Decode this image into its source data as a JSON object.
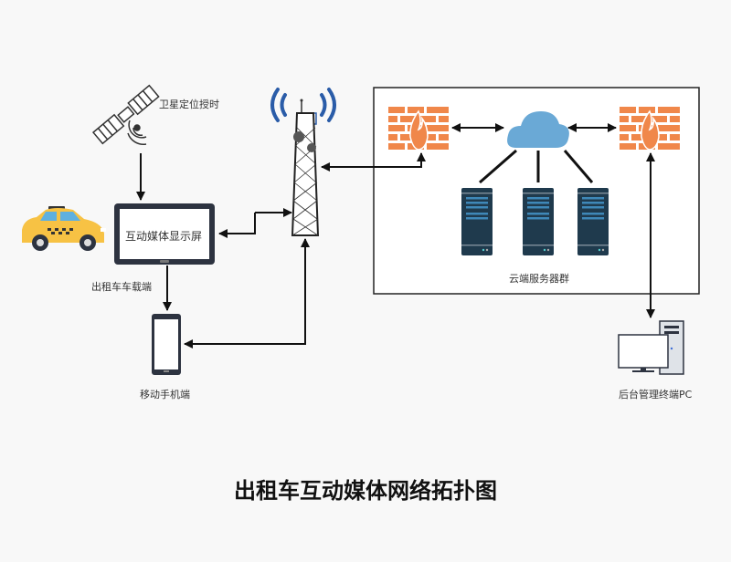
{
  "diagram": {
    "title": "出租车互动媒体网络拓扑图",
    "nodes": {
      "satellite": {
        "label": "卫星定位授时"
      },
      "taxi": {
        "label": "出租车车载端"
      },
      "display": {
        "label": "互动媒体显示屏"
      },
      "tower": {
        "label": ""
      },
      "mobile": {
        "label": "移动手机端"
      },
      "cloud_group": {
        "label": "云端服务器群"
      },
      "admin_pc": {
        "label": "后台管理终端PC"
      }
    },
    "edges": [
      {
        "from": "satellite",
        "to": "display",
        "direction": "one-way"
      },
      {
        "from": "tower",
        "to": "display",
        "direction": "two-way"
      },
      {
        "from": "display",
        "to": "mobile",
        "direction": "one-way"
      },
      {
        "from": "tower",
        "to": "mobile",
        "direction": "two-way"
      },
      {
        "from": "firewall-left",
        "to": "tower",
        "direction": "two-way"
      },
      {
        "from": "firewall-left",
        "to": "cloud",
        "direction": "two-way"
      },
      {
        "from": "cloud",
        "to": "firewall-right",
        "direction": "two-way"
      },
      {
        "from": "cloud",
        "to": "servers",
        "direction": "undirected"
      },
      {
        "from": "firewall-right",
        "to": "admin_pc",
        "direction": "two-way"
      }
    ],
    "colors": {
      "firewall": "#f0874a",
      "cloud": "#6aa9d6",
      "server": "#1f3a4d",
      "server_accent": "#3f88b8",
      "taxi": "#f7c244",
      "antenna_waves": "#2a5ca8",
      "line": "#111111"
    }
  }
}
